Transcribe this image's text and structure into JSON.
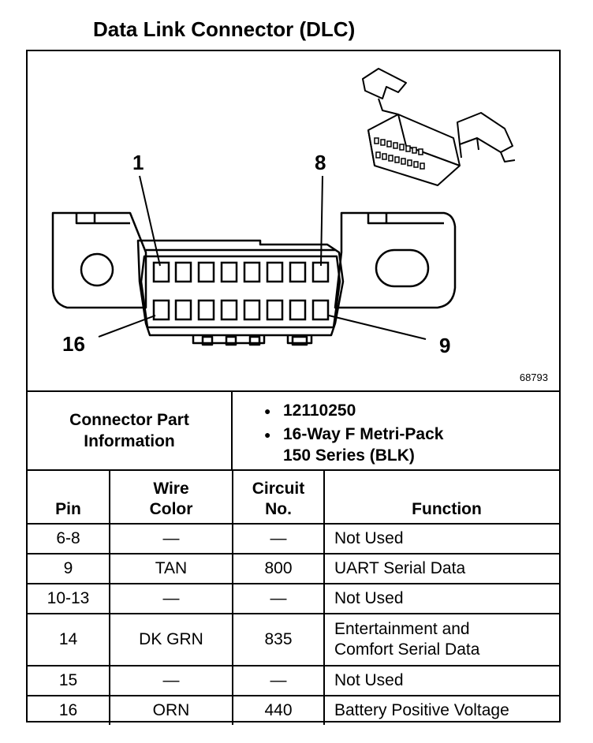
{
  "title": "Data Link Connector (DLC)",
  "figure_number": "68793",
  "diagram": {
    "labels": {
      "pin1": "1",
      "pin8": "8",
      "pin9": "9",
      "pin16": "16"
    }
  },
  "connector_info": {
    "label_line1": "Connector Part",
    "label_line2": "Information",
    "part_number": "12110250",
    "description_line1": "16-Way F Metri-Pack",
    "description_line2": "150 Series (BLK)"
  },
  "table": {
    "headers": {
      "pin": "Pin",
      "wire_line1": "Wire",
      "wire_line2": "Color",
      "circuit_line1": "Circuit",
      "circuit_line2": "No.",
      "function": "Function"
    },
    "rows": [
      {
        "pin": "6-8",
        "wire": "—",
        "circuit": "—",
        "function": "Not Used"
      },
      {
        "pin": "9",
        "wire": "TAN",
        "circuit": "800",
        "function": "UART Serial Data"
      },
      {
        "pin": "10-13",
        "wire": "—",
        "circuit": "—",
        "function": "Not Used"
      },
      {
        "pin": "14",
        "wire": "DK GRN",
        "circuit": "835",
        "function": "Entertainment and",
        "function_line2": "Comfort Serial Data"
      },
      {
        "pin": "15",
        "wire": "—",
        "circuit": "—",
        "function": "Not Used"
      },
      {
        "pin": "16",
        "wire": "ORN",
        "circuit": "440",
        "function": "Battery Positive Voltage"
      }
    ]
  }
}
